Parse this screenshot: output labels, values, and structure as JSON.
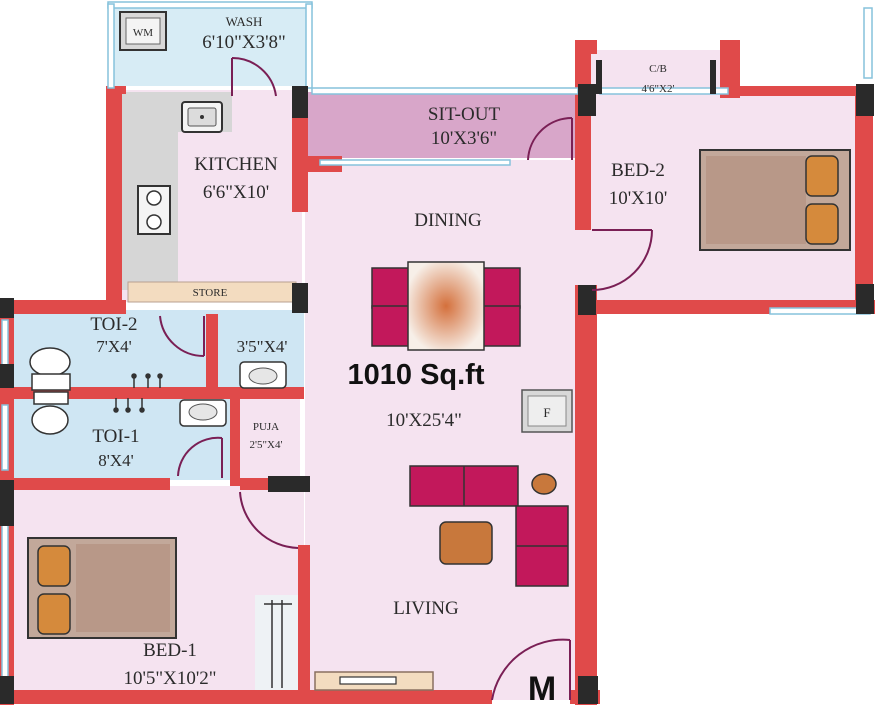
{
  "plan": {
    "total_area": "1010 Sq.ft",
    "marker": "M",
    "rooms": {
      "wash": {
        "name": "WASH",
        "size": "6'10\"X3'8\""
      },
      "kitchen": {
        "name": "KITCHEN",
        "size": "6'6\"X10'"
      },
      "store": {
        "name": "STORE"
      },
      "sitout": {
        "name": "SIT-OUT",
        "size": "10'X3'6\""
      },
      "cb": {
        "name": "C/B",
        "size": "4'6\"X2'"
      },
      "bed2": {
        "name": "BED-2",
        "size": "10'X10'"
      },
      "dining": {
        "name": "DINING"
      },
      "toi2": {
        "name": "TOI-2",
        "size": "7'X4'"
      },
      "wash_basin_area": {
        "size": "3'5\"X4'"
      },
      "toi1": {
        "name": "TOI-1",
        "size": "8'X4'"
      },
      "puja": {
        "name": "PUJA",
        "size": "2'5\"X4'"
      },
      "hall": {
        "size": "10'X25'4\""
      },
      "living": {
        "name": "LIVING"
      },
      "bed1": {
        "name": "BED-1",
        "size": "10'5\"X10'2\""
      }
    },
    "fixtures": {
      "washing_machine": "WM",
      "fridge": "F"
    },
    "colors": {
      "wall": "#e04a4a",
      "floor": "#f5e3f0",
      "toilet_floor": "#cfe6f3",
      "sitout": "#d8a6c9",
      "counter": "#d8d8d8",
      "furniture": "#c2185b",
      "wood": "#c8783c",
      "pillar": "#2a2a2a"
    }
  }
}
